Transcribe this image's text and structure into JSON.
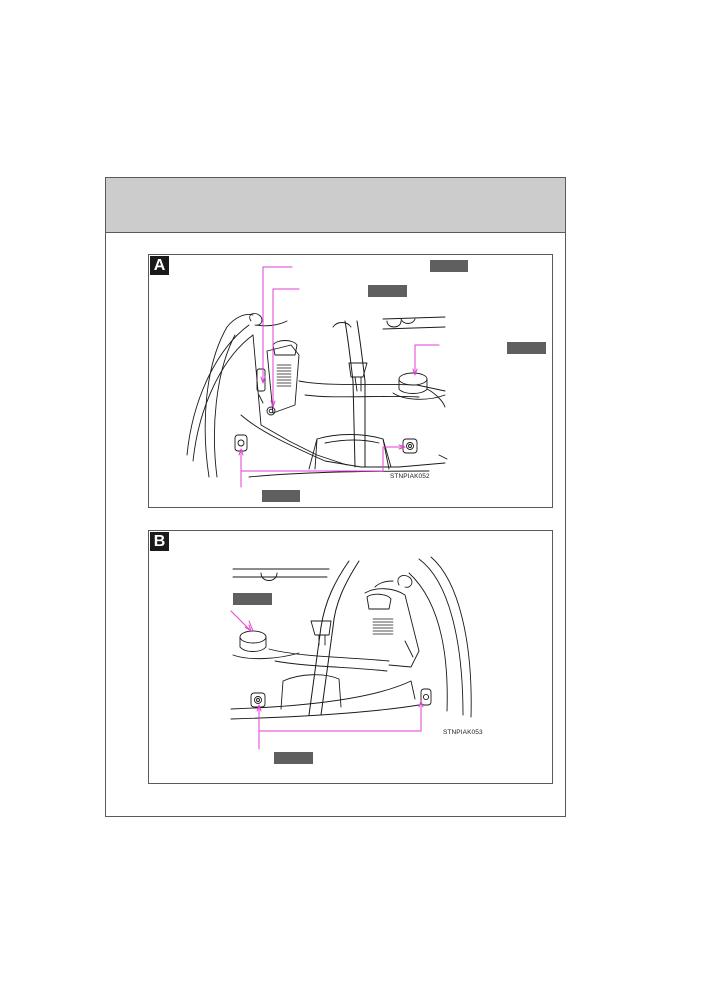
{
  "panels": [
    {
      "badge": "A",
      "image_code": "STNPIAK052"
    },
    {
      "badge": "B",
      "image_code": "STNPIAK053"
    }
  ],
  "colors": {
    "leader_line": "#e040d0",
    "label_box": "#5f5f5f",
    "header_band": "#cccccc",
    "line_art": "#1a1a1a"
  }
}
